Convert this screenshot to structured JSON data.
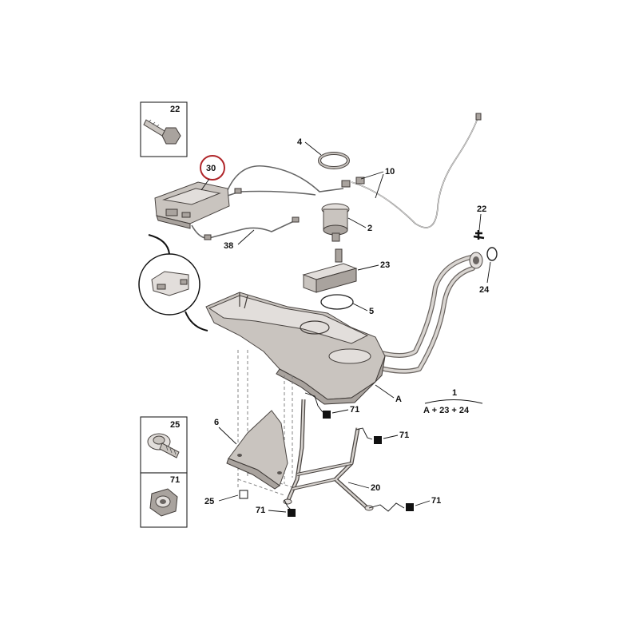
{
  "callouts": {
    "c22_box": "22",
    "c30": "30",
    "c4": "4",
    "c10": "10",
    "c2": "2",
    "c38": "38",
    "c23": "23",
    "c5": "5",
    "c22": "22",
    "c24": "24",
    "cA": "A",
    "c1": "1",
    "c1_formula": "A + 23 + 24",
    "c6": "6",
    "c25_box": "25",
    "c71_box": "71",
    "c71_a": "71",
    "c71_b": "71",
    "c71_c": "71",
    "c71_d": "71",
    "c20": "20",
    "c25": "25"
  },
  "colors": {
    "highlight_ring": "#b0262a",
    "part_fill": "#c9c4bf",
    "marker_fill": "#111111"
  }
}
